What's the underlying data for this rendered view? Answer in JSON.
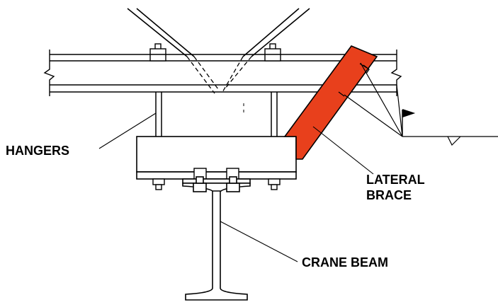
{
  "labels": {
    "hangers": "HANGERS",
    "lateral_brace_line1": "LATERAL",
    "lateral_brace_line2": "BRACE",
    "crane_beam": "CRANE BEAM"
  },
  "colors": {
    "line": "#000000",
    "brace_fill": "#e8401c",
    "background": "#ffffff"
  }
}
